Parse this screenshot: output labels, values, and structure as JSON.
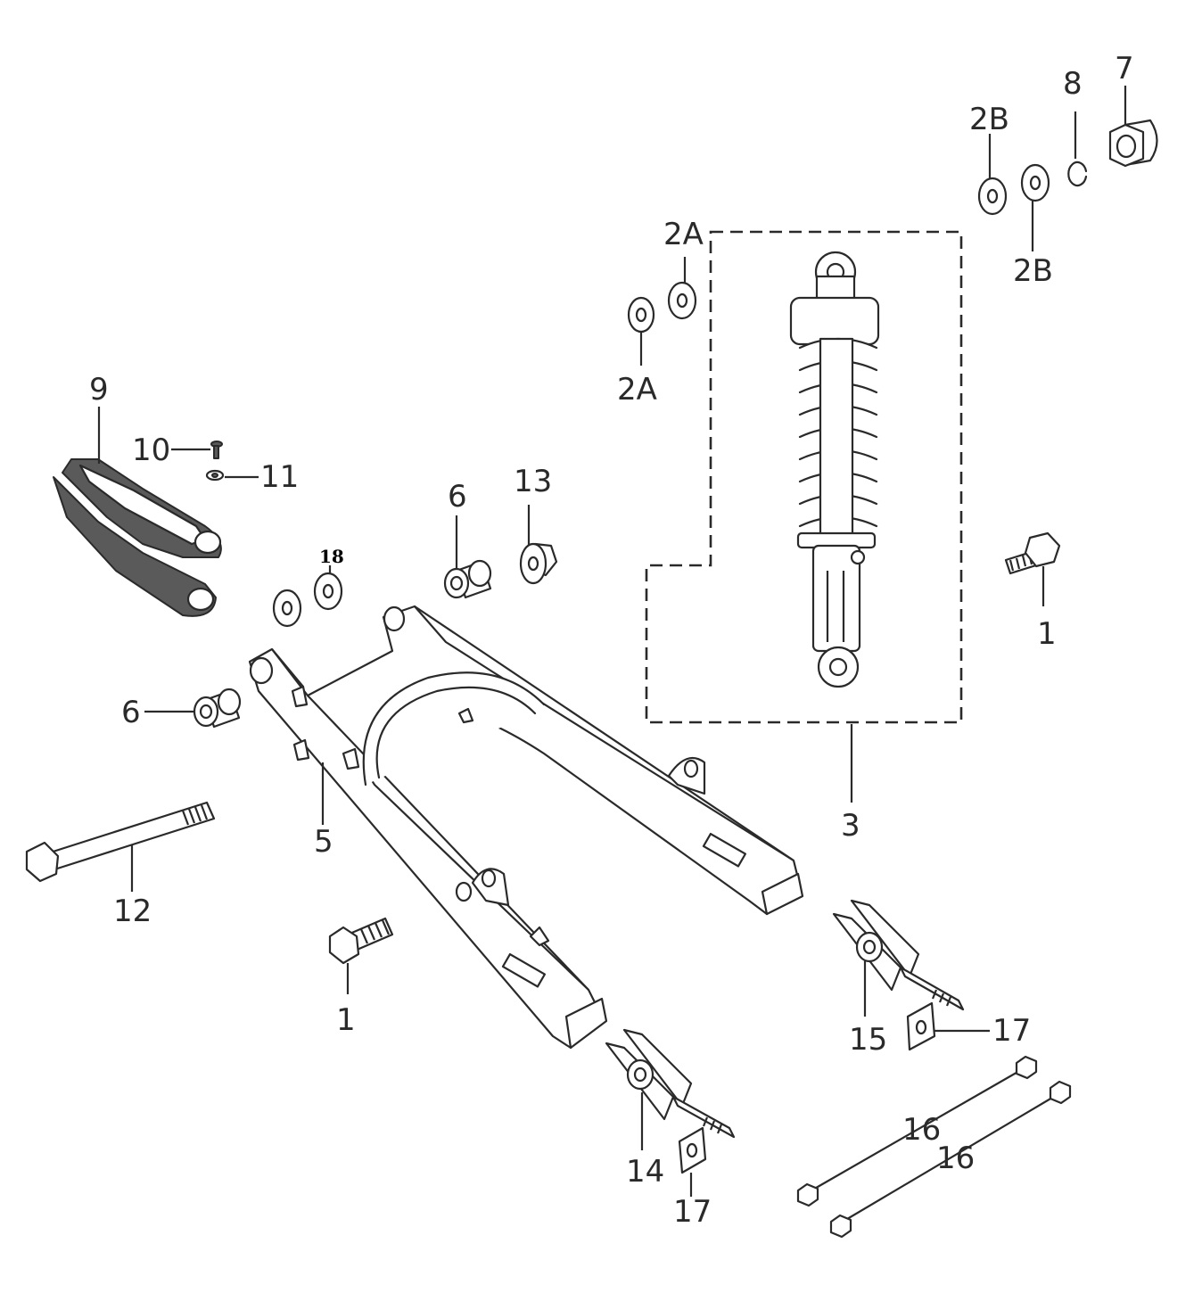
{
  "labels": {
    "l1a": "1",
    "l1b": "1",
    "l2a1": "2A",
    "l2a2": "2A",
    "l2b1": "2B",
    "l2b2": "2B",
    "l3": "3",
    "l5": "5",
    "l6a": "6",
    "l6b": "6",
    "l7": "7",
    "l8": "8",
    "l9": "9",
    "l10": "10",
    "l11": "11",
    "l12": "12",
    "l13": "13",
    "l14": "14",
    "l15": "15",
    "l16a": "16",
    "l16b": "16",
    "l17a": "17",
    "l17b": "17",
    "l18": "18"
  }
}
